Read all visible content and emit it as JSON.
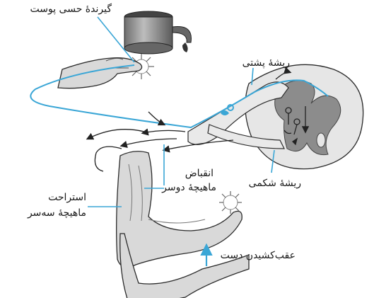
{
  "labels": {
    "sensory_receptor": "گیرندهٔ حسی پوست",
    "dorsal_root": "ریشهٔ پشتی",
    "ventral_root": "ریشهٔ شکمی",
    "biceps_line1": "انقباض",
    "biceps_line2": "ماهیچهٔ دوسر",
    "triceps_line1": "استراحت",
    "triceps_line2": "ماهیچهٔ سه‌سر",
    "withdraw": "عقب‌کشیدن دست"
  },
  "colors": {
    "neuron_blue": "#3aa6d6",
    "gray_matter": "#8c8c8c",
    "cord_white": "#e6e6e6",
    "skin": "#d9d9d9",
    "outline": "#2b2b2b"
  },
  "icons": {
    "stimulus": "heat-burst-icon",
    "flame": "flame-icon"
  }
}
